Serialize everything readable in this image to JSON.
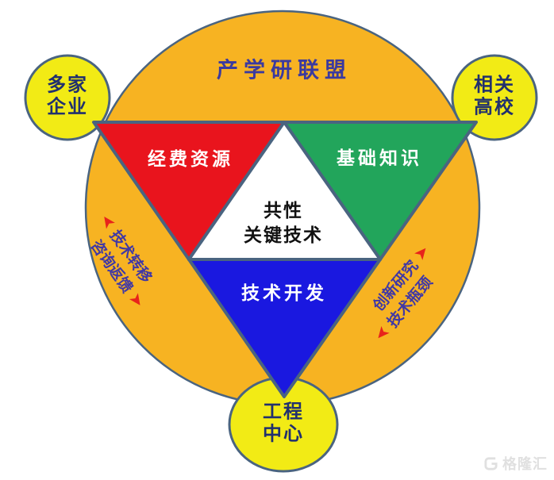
{
  "colors": {
    "orange": "#F7B322",
    "yellow": "#F2EB15",
    "red": "#E9141D",
    "green": "#22A55B",
    "blue": "#1A18E0",
    "white": "#FFFFFF",
    "outline": "#4A6480",
    "title_text": "#3B3A9F",
    "node_text": "#21306E",
    "side_text": "#4038A5",
    "core_text": "#111111",
    "tri_text": "#FFFFFF",
    "arrow_red": "#E8231B",
    "watermark": "#E0E0E0"
  },
  "alliance": {
    "label": "产学研联盟"
  },
  "nodes": {
    "enterprises": {
      "label": "多家\n企业"
    },
    "universities": {
      "label": "相关\n高校"
    },
    "engineering_center": {
      "label": "工程\n中心"
    }
  },
  "triangle": {
    "funding": {
      "label": "经费资源"
    },
    "knowledge": {
      "label": "基础知识"
    },
    "development": {
      "label": "技术开发"
    },
    "core": {
      "label": "共性\n关键技术"
    }
  },
  "flows": {
    "left": {
      "line1": "技术转移",
      "line2": "咨询返馈",
      "arrow_up": "➤",
      "arrow_down": "➤"
    },
    "right": {
      "line1": "创新研究",
      "line2": "技术瓶颈",
      "arrow_up": "➤",
      "arrow_down": "➤"
    }
  },
  "watermark": {
    "label": "格隆汇"
  }
}
